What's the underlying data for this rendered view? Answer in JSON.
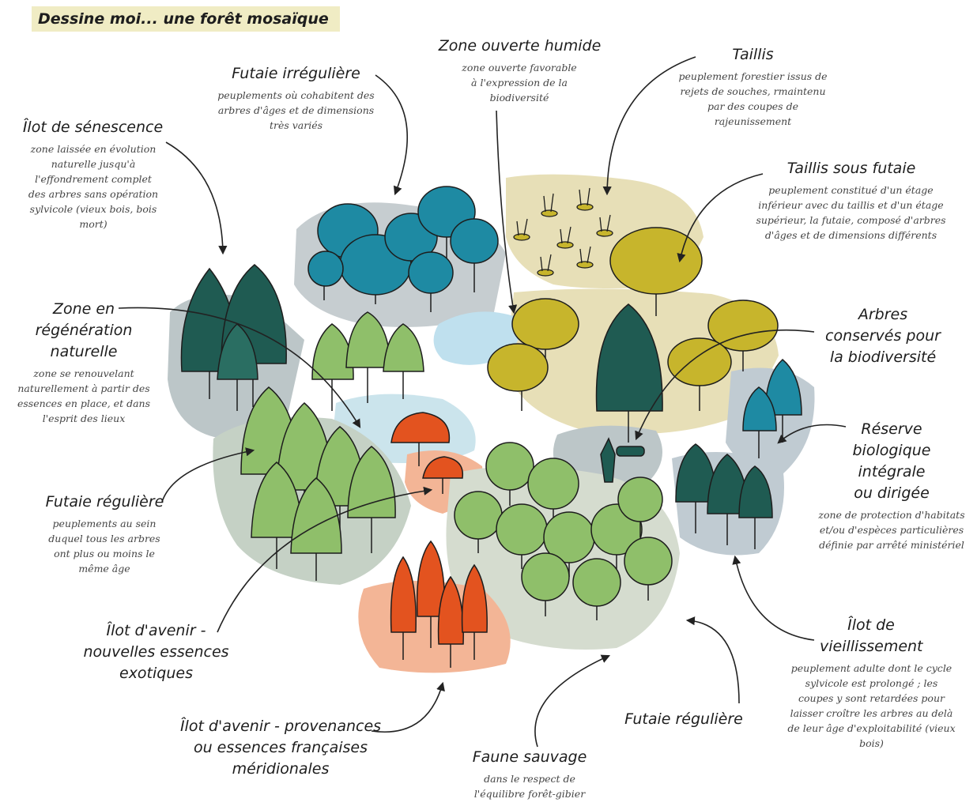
{
  "title": "Dessine moi... une forêt mosaïque",
  "colors": {
    "teal": "#1e8aa3",
    "dark_green": "#1f5b52",
    "light_green": "#8fbf6a",
    "olive": "#c7b52c",
    "orange": "#e3531f",
    "zone_grey": "#bcc6c8",
    "zone_sand": "#e7dfb7",
    "zone_peach": "#f3b596",
    "water": "#bfe0ee"
  },
  "labels": {
    "ilot_senescence": {
      "title": "Îlot de sénescence",
      "desc": "zone laissée en évolution naturelle jusqu'à l'effondrement complet des arbres sans opération sylvicole (vieux bois, bois mort)"
    },
    "futaie_irreguliere": {
      "title": "Futaie irrégulière",
      "desc": "peuplements où cohabitent des arbres d'âges et de dimensions très variés"
    },
    "zone_ouverte_humide": {
      "title": "Zone ouverte humide",
      "desc": "zone ouverte favorable à l'expression de la biodiversité"
    },
    "taillis": {
      "title": "Taillis",
      "desc": "peuplement forestier issus de rejets de souches, rmaintenu par des coupes de rajeunissement"
    },
    "taillis_sous_futaie": {
      "title": "Taillis sous futaie",
      "desc": "peuplement constitué d'un étage inférieur avec du taillis et d'un étage supérieur, la futaie, composé d'arbres d'âges et de dimensions différents"
    },
    "zone_regeneration": {
      "title": "Zone en régénération naturelle",
      "desc": "zone se renouvelant naturellement à partir des essences en place, et dans l'esprit des lieux"
    },
    "arbres_conserves": {
      "title": "Arbres conservés pour la biodiversité",
      "desc": ""
    },
    "reserve_biologique": {
      "title": "Réserve biologique intégrale ou dirigée",
      "desc": "zone de protection d'habitats et/ou d'espèces particulières définie par arrêté ministériel"
    },
    "futaie_reguliere_left": {
      "title": "Futaie régulière",
      "desc": "peuplements au sein duquel tous les arbres ont plus ou moins le même âge"
    },
    "ilot_avenir_exotiques": {
      "title": "Îlot d'avenir - nouvelles essences exotiques",
      "desc": ""
    },
    "ilot_vieillissement": {
      "title": "Îlot de vieillissement",
      "desc": "peuplement adulte dont le cycle sylvicole est prolongé ; les coupes y sont retardées pour laisser croître les arbres au delà de leur âge d'exploitabilité (vieux bois)"
    },
    "futaie_reguliere_bottom": {
      "title": "Futaie régulière",
      "desc": ""
    },
    "ilot_avenir_meridionales": {
      "title": "Îlot d'avenir - provenances ou essences françaises méridionales",
      "desc": ""
    },
    "faune_sauvage": {
      "title": "Faune sauvage",
      "desc": "dans le respect de l'équilibre forêt-gibier"
    }
  }
}
